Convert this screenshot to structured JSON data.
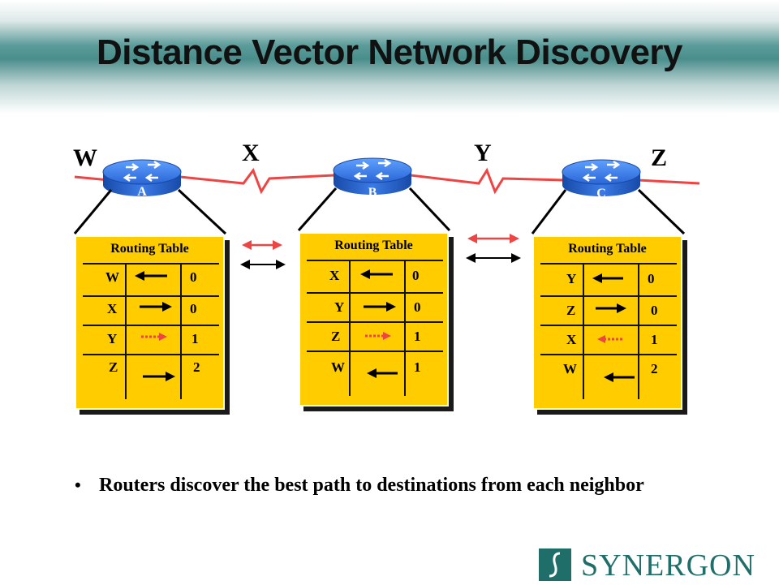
{
  "title": "Distance Vector Network Discovery",
  "networks": [
    "W",
    "X",
    "Y",
    "Z"
  ],
  "routers": [
    "A",
    "B",
    "C"
  ],
  "tables": [
    {
      "title": "Routing Table",
      "rows": [
        {
          "dest": "W",
          "dir": "left",
          "style": "solid",
          "hops": "0"
        },
        {
          "dest": "X",
          "dir": "right",
          "style": "solid",
          "hops": "0"
        },
        {
          "dest": "Y",
          "dir": "right",
          "style": "dotted",
          "hops": "1"
        },
        {
          "dest": "Z",
          "dir": "right",
          "style": "solid",
          "hops": "2"
        }
      ]
    },
    {
      "title": "Routing Table",
      "rows": [
        {
          "dest": "X",
          "dir": "left",
          "style": "solid",
          "hops": "0"
        },
        {
          "dest": "Y",
          "dir": "right",
          "style": "solid",
          "hops": "0"
        },
        {
          "dest": "Z",
          "dir": "right",
          "style": "dotted",
          "hops": "1"
        },
        {
          "dest": "W",
          "dir": "left",
          "style": "solid",
          "hops": "1"
        }
      ]
    },
    {
      "title": "Routing Table",
      "rows": [
        {
          "dest": "Y",
          "dir": "left",
          "style": "solid",
          "hops": "0"
        },
        {
          "dest": "Z",
          "dir": "right",
          "style": "solid",
          "hops": "0"
        },
        {
          "dest": "X",
          "dir": "left",
          "style": "dotted",
          "hops": "1"
        },
        {
          "dest": "W",
          "dir": "left",
          "style": "solid",
          "hops": "2"
        }
      ]
    }
  ],
  "bullet": "Routers discover the best path to destinations from each neighbor",
  "logo": "SYNERGON",
  "colors": {
    "link": "#ee4444",
    "table": "#ffcc00",
    "router": "#1e5ec8",
    "dotted_arrow": "#ee4444",
    "brand": "#1f6e6a"
  }
}
